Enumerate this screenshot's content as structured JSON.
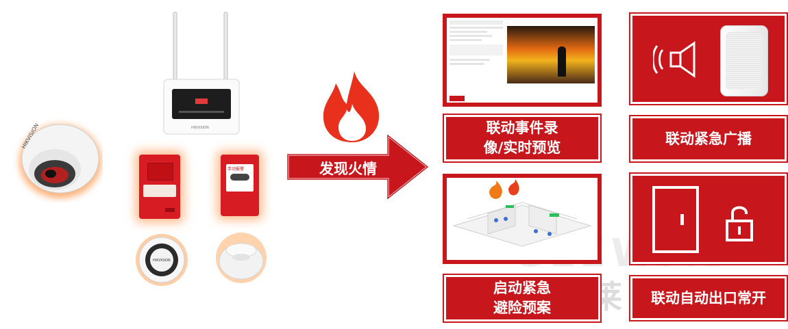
{
  "arrow_label": "发现火情",
  "actions": {
    "record_preview": {
      "line1": "联动事件录",
      "line2": "像/实时预览"
    },
    "broadcast": {
      "label": "联动紧急广播"
    },
    "evacuation": {
      "line1": "启动紧急",
      "line2": "避险预案"
    },
    "exit_open": {
      "label": "联动自动出口常开"
    }
  },
  "devices": {
    "camera_brand": "HIKVISION",
    "detector_brand": "HIKVISION",
    "smoke_brand": "HIKVISION",
    "call_point_text": "手动报警"
  },
  "watermark": {
    "latin": "GLEWMD",
    "cjk": "莱 佳 斯"
  },
  "colors": {
    "accent": "#c8161d",
    "flame": "#e8301c",
    "glow": "#ffae6b"
  },
  "icons": [
    "flame-icon",
    "speaker-icon",
    "door-icon",
    "unlock-icon",
    "arrow-right-icon"
  ]
}
